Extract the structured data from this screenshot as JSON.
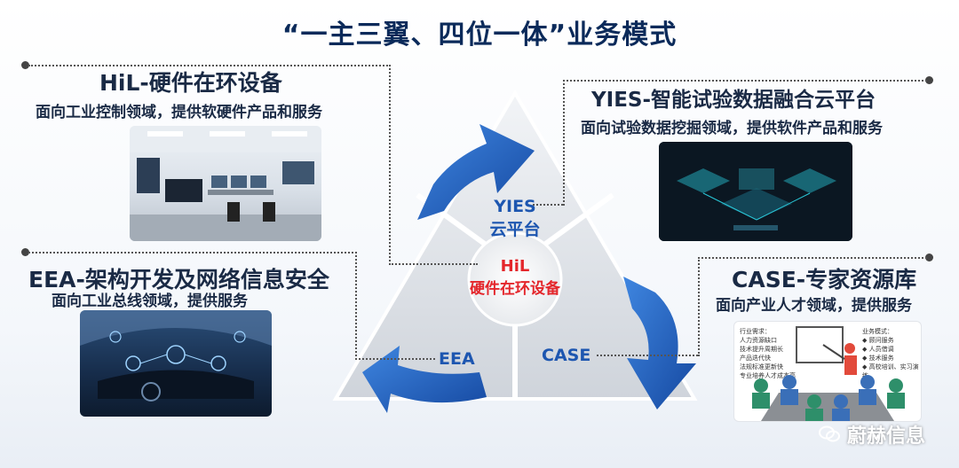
{
  "title": "“一主三翼、四位一体”业务模式",
  "sections": {
    "hil": {
      "heading": "HiL-硬件在环设备",
      "subtitle": "面向工业控制领域，提供软硬件产品和服务"
    },
    "yies": {
      "heading": "YIES-智能试验数据融合云平台",
      "subtitle": "面向试验数据挖掘领域，提供软件产品和服务"
    },
    "eea": {
      "heading": "EEA-架构开发及网络信息安全",
      "subtitle": "面向工业总线领域，提供服务"
    },
    "case": {
      "heading": "CASE-专家资源库",
      "subtitle": "面向产业人才领域，提供服务"
    }
  },
  "triangle": {
    "yies_line1": "YIES",
    "yies_line2": "云平台",
    "hil_line1": "HiL",
    "hil_line2": "硬件在环设备",
    "eea": "EEA",
    "case": "CASE"
  },
  "case_image": {
    "left_title": "行业需求：",
    "left_items": [
      "人力资源缺口",
      "技术提升周期长",
      "产品迭代快",
      "法规标准更新快",
      "专业培养人才成本高"
    ],
    "right_title": "业务模式：",
    "right_items": [
      "◆ 顾问服务",
      "◆ 人员借调",
      "◆ 技术服务",
      "◆ 高校培训、实习演练"
    ]
  },
  "watermark": "蔚赫信息",
  "colors": {
    "title": "#0b2a5a",
    "arrow": "#1f5fbf",
    "hil_red": "#e4262b",
    "label_blue": "#1d56b0"
  }
}
